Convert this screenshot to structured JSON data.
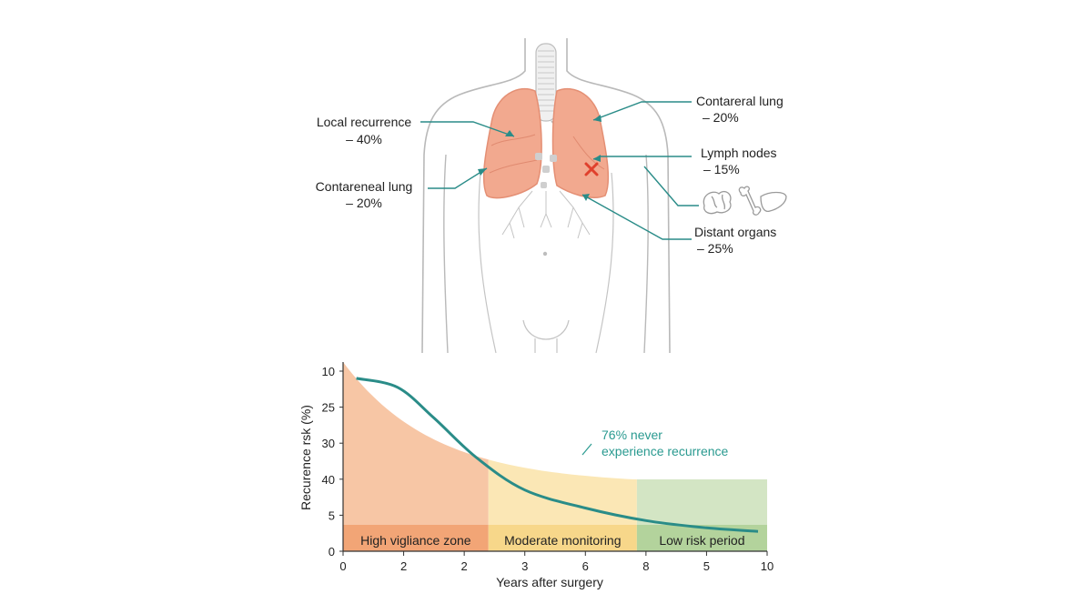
{
  "diagram": {
    "callouts": [
      {
        "id": "local",
        "name": "Local recurrence",
        "value": "– 40%"
      },
      {
        "id": "contra-left",
        "name": "Contareneal lung",
        "value": "– 20%"
      },
      {
        "id": "contra-right",
        "name": "Contareral lung",
        "value": "– 20%"
      },
      {
        "id": "lymph",
        "name": "Lymph nodes",
        "value": "– 15%"
      },
      {
        "id": "distant",
        "name": "Distant organs",
        "value": "– 25%"
      }
    ],
    "organ_icons": [
      "brain-icon",
      "bone-icon",
      "liver-icon"
    ],
    "marker_icon": "red-x-icon",
    "colors": {
      "lung": "#f2a98f",
      "lung_edge": "#e48f74",
      "leader": "#2a8c88",
      "body_outline": "#b9b9b9",
      "marker": "#e0402c"
    }
  },
  "chart_data": {
    "type": "area",
    "x_tick_labels": [
      "0",
      "2",
      "2",
      "3",
      "6",
      "8",
      "5",
      "10"
    ],
    "y_tick_labels": [
      "10",
      "25",
      "30",
      "40",
      "5",
      "0"
    ],
    "xlabel": "Years after surgery",
    "ylabel": "Recurence rsk (%)",
    "curve": {
      "description_points_x_tick_index": [
        0.22,
        0.9,
        1.5,
        2.2,
        3.0,
        4.0,
        5.0,
        6.0,
        6.85
      ],
      "y_tick_index_from_top": [
        0.2,
        0.45,
        1.3,
        2.4,
        3.3,
        3.8,
        4.15,
        4.35,
        4.45
      ]
    },
    "zones": [
      {
        "label": "High vigliance zone",
        "from_tick": 0,
        "to_tick": 2.4,
        "color": "#f7c6a5",
        "band_color": "#f2a576"
      },
      {
        "label": "Moderate monitoring",
        "from_tick": 2.4,
        "to_tick": 4.85,
        "color": "#fbe7b5",
        "band_color": "#f7d78a"
      },
      {
        "label": "Low risk period",
        "from_tick": 4.85,
        "to_tick": 7,
        "color": "#d3e5c4",
        "band_color": "#b3d39c"
      }
    ],
    "annotation": {
      "line1": "76% never",
      "line2": "experience recurrence",
      "color": "#2a9a90"
    },
    "curve_color": "#2a8c88"
  }
}
